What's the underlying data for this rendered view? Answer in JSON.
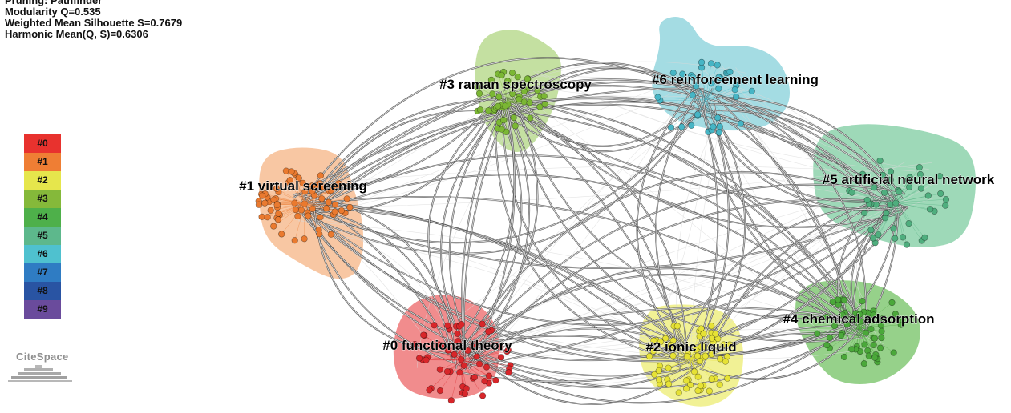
{
  "stats": {
    "pruning": "Pruning: Pathfinder",
    "modularity": "Modularity Q=0.535",
    "silhouette": "Weighted Mean Silhouette S=0.7679",
    "harmonic": "Harmonic Mean(Q, S)=0.6306"
  },
  "legend": [
    {
      "label": "#0",
      "color": "#e8322e"
    },
    {
      "label": "#1",
      "color": "#ef7e34"
    },
    {
      "label": "#2",
      "color": "#e6e64c"
    },
    {
      "label": "#3",
      "color": "#85b93a"
    },
    {
      "label": "#4",
      "color": "#4eb04a"
    },
    {
      "label": "#5",
      "color": "#5db88c"
    },
    {
      "label": "#6",
      "color": "#4fc1cf"
    },
    {
      "label": "#7",
      "color": "#2f7cc3"
    },
    {
      "label": "#8",
      "color": "#2954a3"
    },
    {
      "label": "#9",
      "color": "#6a4b9c"
    }
  ],
  "logo": {
    "text": "CiteSpace"
  },
  "clusters": [
    {
      "id": 0,
      "label": "#0 functional theory",
      "fill": "#ee6f70",
      "node": "#d8262a"
    },
    {
      "id": 1,
      "label": "#1 virtual screening",
      "fill": "#f6b98c",
      "node": "#ea7a2f"
    },
    {
      "id": 2,
      "label": "#2 ionic liquid",
      "fill": "#eeee7a",
      "node": "#e6e235"
    },
    {
      "id": 3,
      "label": "#3 raman spectroscopy",
      "fill": "#b5d88a",
      "node": "#7bb734"
    },
    {
      "id": 4,
      "label": "#4 chemical adsorption",
      "fill": "#7cc66d",
      "node": "#4ba83a"
    },
    {
      "id": 5,
      "label": "#5 artificial neural network",
      "fill": "#86cfa6",
      "node": "#4fae7e"
    },
    {
      "id": 6,
      "label": "#6 reinforcement learning",
      "fill": "#8dd3dc",
      "node": "#46b5c5"
    }
  ]
}
